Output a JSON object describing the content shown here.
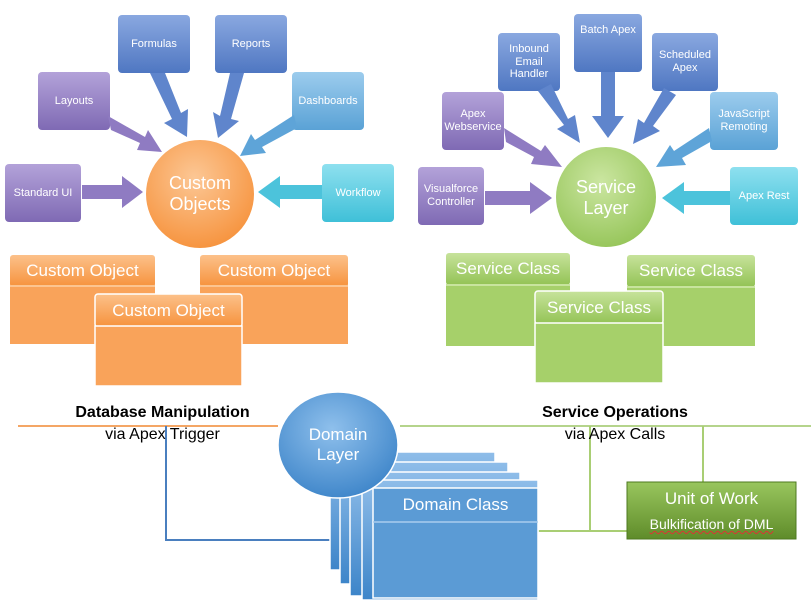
{
  "left_group": {
    "center": "Custom Objects",
    "tiles": {
      "formulas": "Formulas",
      "reports": "Reports",
      "layouts": "Layouts",
      "dashboards": "Dashboards",
      "standard_ui": "Standard UI",
      "workflow": "Workflow"
    },
    "objects": [
      "Custom Object",
      "Custom Object",
      "Custom Object"
    ],
    "caption_title": "Database Manipulation",
    "caption_sub": "via Apex Trigger"
  },
  "right_group": {
    "center": "Service Layer",
    "tiles": {
      "inbound_email": "Inbound Email Handler",
      "batch_apex": "Batch Apex",
      "scheduled_apex": "Scheduled Apex",
      "apex_webservice": "Apex Webservice",
      "javascript_remoting": "JavaScript Remoting",
      "visualforce_controller": "Visualforce Controller",
      "apex_rest": "Apex Rest"
    },
    "classes": [
      "Service Class",
      "Service Class",
      "Service Class"
    ],
    "caption_title": "Service Operations",
    "caption_sub": "via Apex Calls"
  },
  "domain": {
    "center": "Domain Layer",
    "class_label": "Domain Class"
  },
  "unit_of_work": {
    "title": "Unit of Work",
    "subtitle": "Bulkification of DML"
  },
  "colors": {
    "purple": "#9a86c6",
    "blue_tile": "#5f8bd0",
    "light_blue": "#72b4e0",
    "cyan": "#5fcfe3",
    "orange": "#f9a35a",
    "green": "#a6d06a",
    "domain_blue": "#5b9bd5",
    "uow_green": "#77a33c"
  }
}
